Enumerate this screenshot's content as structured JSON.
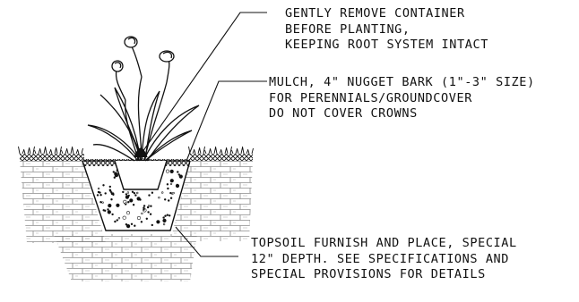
{
  "callouts": {
    "container": {
      "lines": [
        "GENTLY REMOVE CONTAINER",
        "BEFORE PLANTING,",
        "KEEPING ROOT SYSTEM INTACT"
      ]
    },
    "mulch": {
      "lines": [
        "MULCH, 4\" NUGGET BARK (1\"-3\" SIZE)",
        "FOR PERENNIALS/GROUNDCOVER",
        "DO NOT COVER CROWNS"
      ]
    },
    "topsoil": {
      "lines": [
        "TOPSOIL FURNISH AND PLACE, SPECIAL",
        "12\" DEPTH.  SEE SPECIFICATIONS AND",
        "SPECIAL PROVISIONS FOR DETAILS"
      ]
    }
  },
  "colors": {
    "ink": "#111111",
    "background": "#ffffff"
  }
}
